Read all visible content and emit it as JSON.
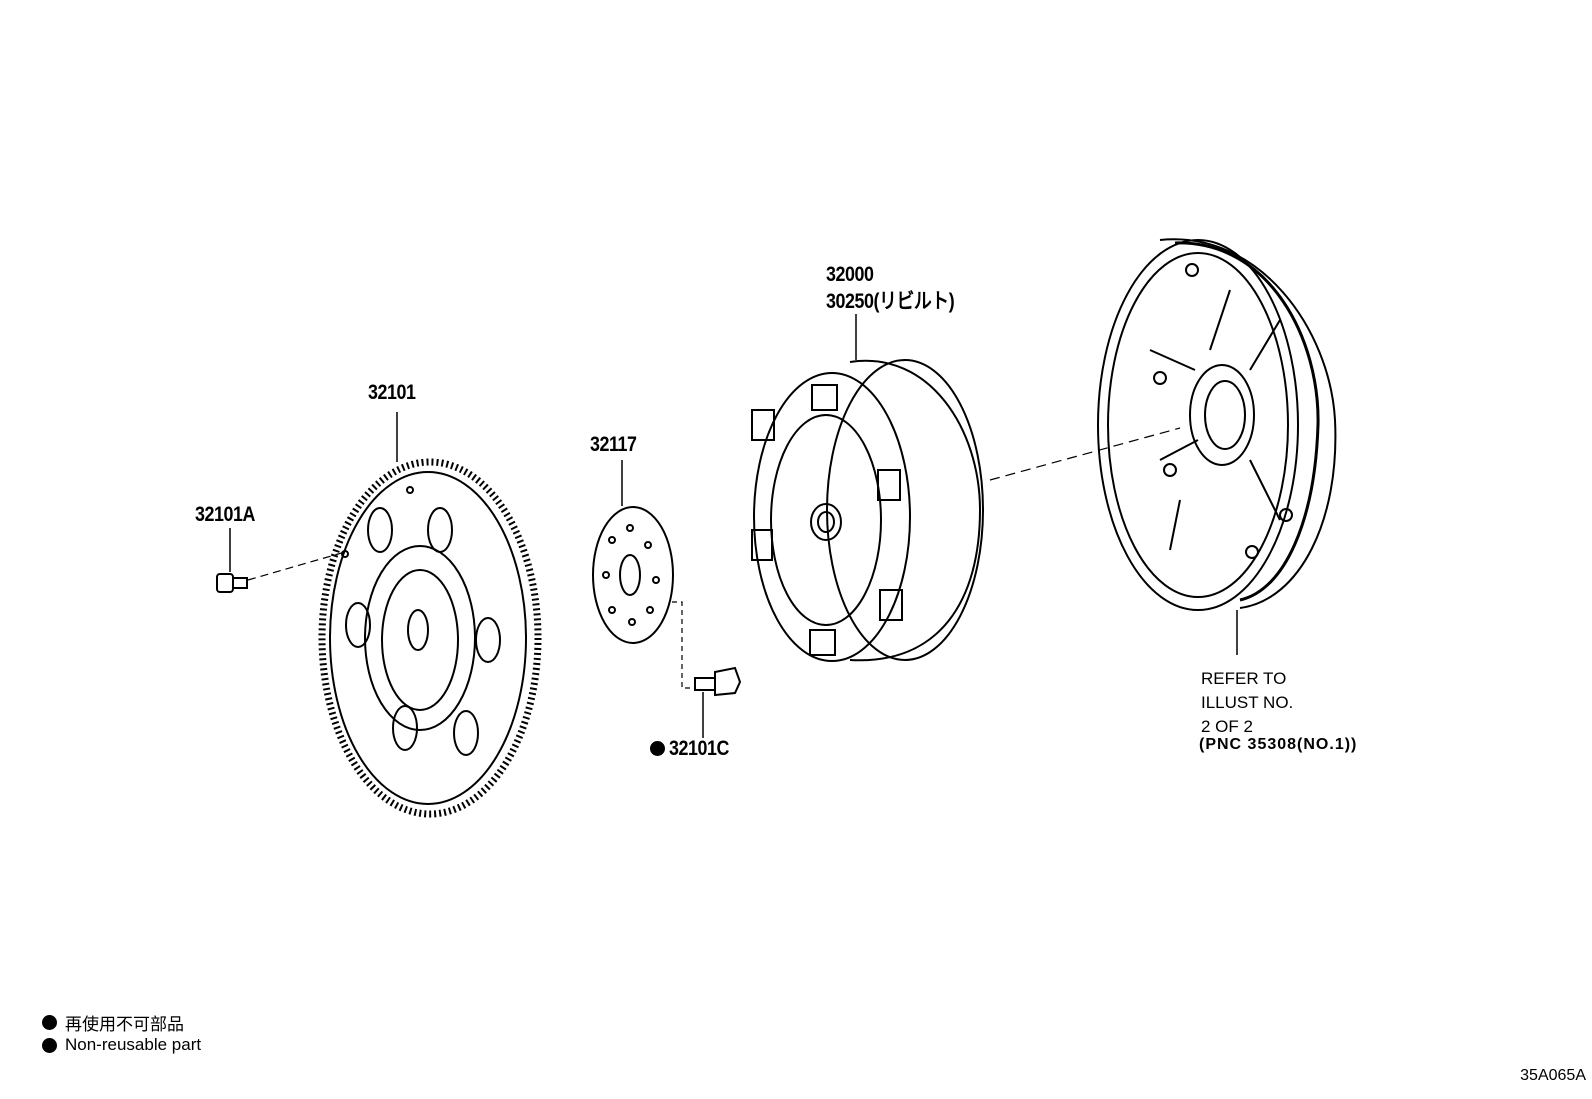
{
  "parts": {
    "flywheel": "32101",
    "flywheel_bolt": "32101A",
    "plate": "32117",
    "plate_bolt": "32101C",
    "converter": "32000",
    "converter_rebuilt": "30250(リビルト)"
  },
  "refer_note": "REFER TO\nILLUST NO.\n2 OF 2",
  "refer_pnc": "(PNC 35308(NO.1))",
  "legend": {
    "jp": "再使用不可部品",
    "en": "Non-reusable part"
  },
  "illustration_code": "35A065A",
  "colors": {
    "line": "#000000",
    "background": "#ffffff"
  }
}
